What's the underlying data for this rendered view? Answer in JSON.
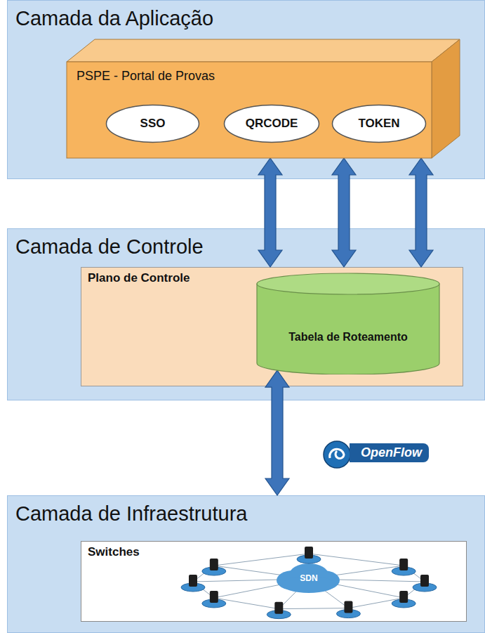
{
  "diagram": {
    "nodes": [
      {
        "text": [
          "Camada da Aplicação"
        ]
      },
      {
        "text": [
          "PSPE - Portal de Provas"
        ],
        "in": 0
      },
      {
        "text": [
          "SSO"
        ],
        "in": 1
      },
      {
        "text": [
          "QRCODE"
        ],
        "in": 1
      },
      {
        "text": [
          "TOKEN"
        ],
        "in": 1
      },
      {
        "text": [
          "Camada de Controle"
        ]
      },
      {
        "text": [
          "Plano de Controle"
        ],
        "in": 5
      },
      {
        "text": [
          "Tabela de Roteamento"
        ],
        "in": 6
      },
      {
        "text": [
          "Camada de Infraestrutura"
        ]
      },
      {
        "text": [
          "Switches"
        ],
        "in": 8
      }
    ],
    "edges": [
      {
        "from": 1,
        "to": 6,
        "arrow": "both"
      },
      {
        "from": 1,
        "to": 6,
        "arrow": "both"
      },
      {
        "from": 1,
        "to": 6,
        "arrow": "both"
      },
      {
        "from": 7,
        "to": 8,
        "arrow": "both"
      }
    ],
    "labels": [
      "OpenFlow",
      "SDN"
    ]
  }
}
